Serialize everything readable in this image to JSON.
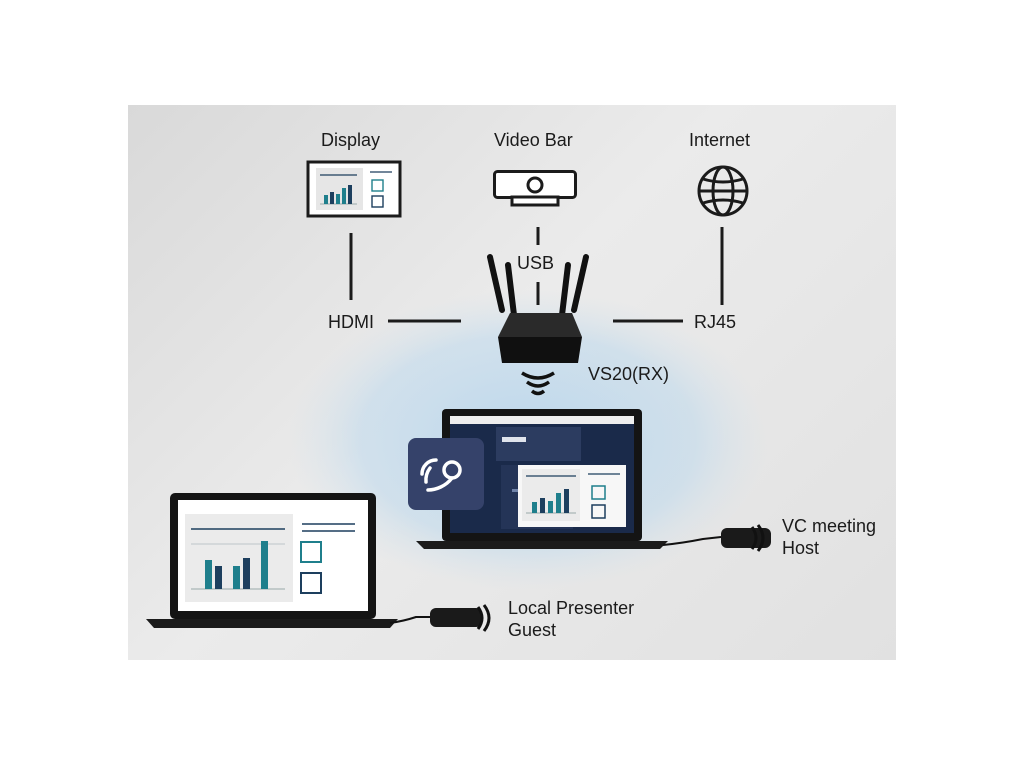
{
  "nodes": {
    "display": "Display",
    "video_bar": "Video Bar",
    "internet": "Internet",
    "receiver": "VS20(RX)"
  },
  "connections": {
    "hdmi": "HDMI",
    "usb": "USB",
    "rj45": "RJ45"
  },
  "host": {
    "line1": "VC meeting",
    "line2": "Host"
  },
  "guest": {
    "line1": "Local Presenter",
    "line2": "Guest"
  },
  "colors": {
    "bar_teal": "#1f7f8c",
    "bar_dark": "#1d3f5e",
    "app_icon_bg": "#35426a",
    "glow": "#b9d6ec"
  }
}
